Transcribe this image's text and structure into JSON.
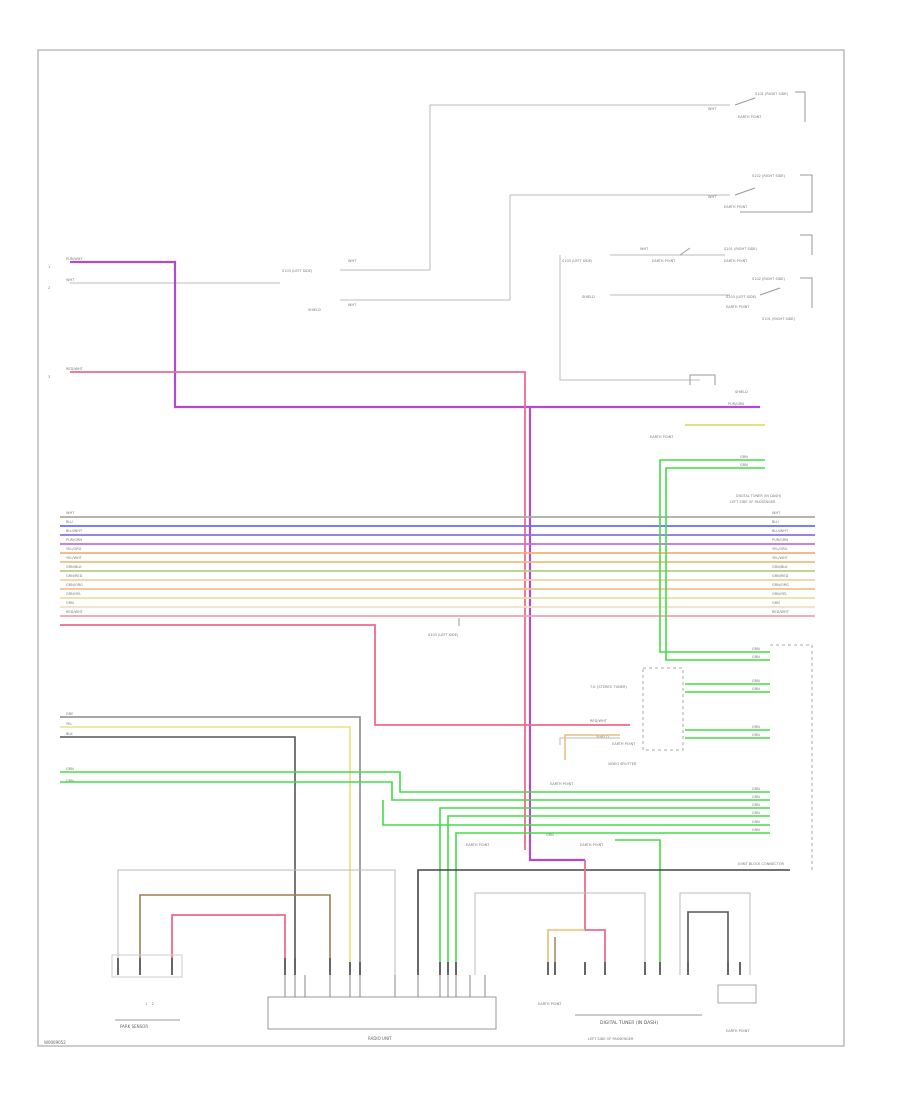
{
  "footer_code": "W0009052",
  "components": {
    "park_sensor": "PARK SENSOR",
    "radio_unit": "RADIO UNIT",
    "digital_tuner": "DIGITAL TUNER (IN DASH)",
    "digital_tuner_sub": "LEFT SIDE OF PASSENGER",
    "video_splitter": "VIDEO SPLITTER"
  },
  "connectors": {
    "c1": "S101 (RIGHT SIDE)",
    "c2": "S102 (RIGHT SIDE)",
    "c3": "S103 (LEFT SIDE)",
    "c4": "T.V. (STEREO TUNER)",
    "c5": "EARTH POINT",
    "c6": "JOINT BLOCK CONNECTOR"
  },
  "wire_colors": {
    "pur_wht": "PUR/WHT",
    "wht": "WHT",
    "red_wht": "RED/WHT",
    "blu": "BLU",
    "blu_wht": "BLU/WHT",
    "pur_grn": "PUR/GRN",
    "yel_org": "YEL/ORG",
    "yel_wht": "YEL/WHT",
    "grn_blk": "GRN/BLK",
    "grn_red": "GRN/RED",
    "grn_org": "GRN/ORG",
    "grn_yel": "GRN/YEL",
    "grn": "GRN",
    "gry": "GRY",
    "yel": "YEL",
    "blk": "BLK",
    "shield": "SHIELD"
  },
  "colors": {
    "purple": "#b04ccc",
    "red": "#f06a8a",
    "green": "#44dd44",
    "gray": "#888888",
    "black": "#444444",
    "yellow": "#e8e080",
    "orange": "#f5b070",
    "blue": "#6a6aff",
    "light": "#cccccc"
  }
}
